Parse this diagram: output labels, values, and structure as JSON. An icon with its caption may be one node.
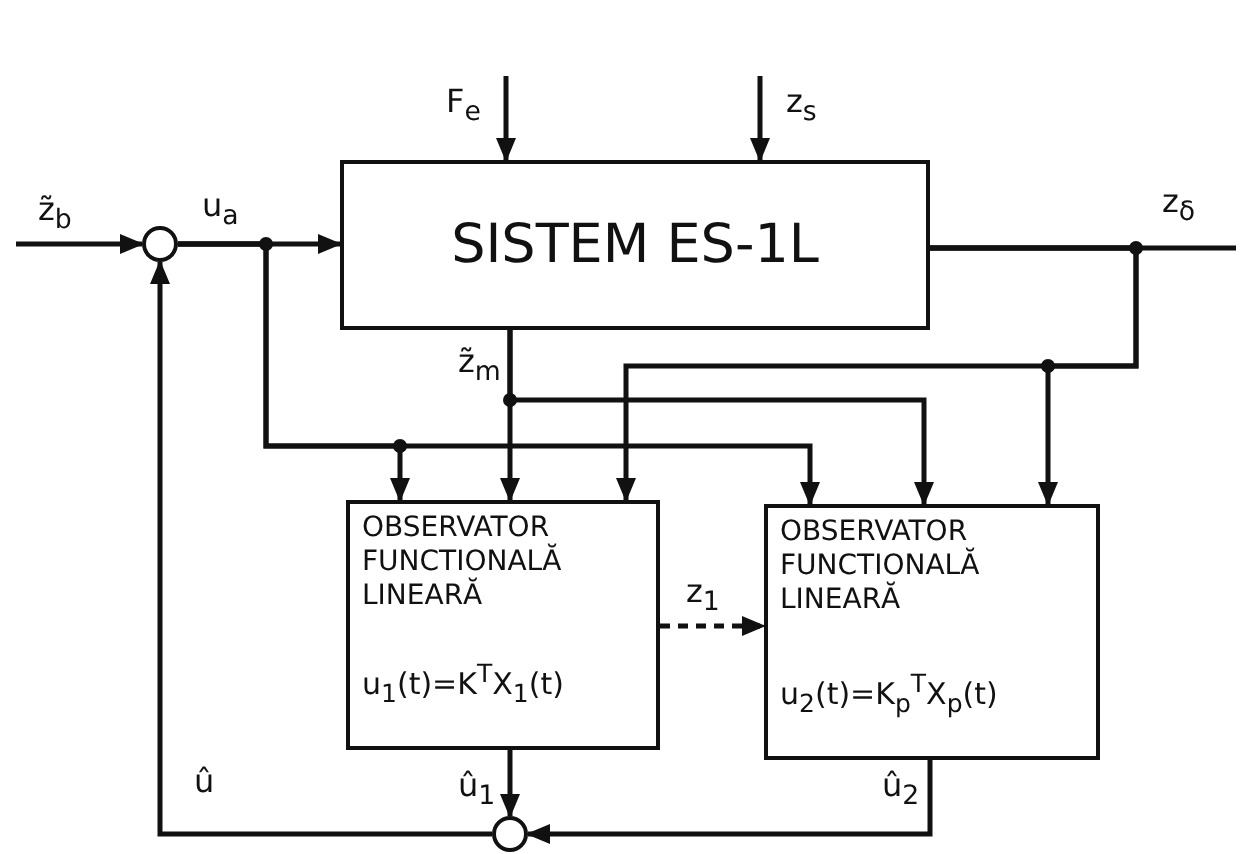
{
  "diagram": {
    "nodes": [
      {
        "text": [
          "SISTEM ES-1L"
        ]
      },
      {
        "text": [
          "OBSERVATOR FUNCTIONALĂ LINEARĂ",
          "u$_{1}$(t)=K$^{T}$X$_{1}$(t)"
        ]
      },
      {
        "text": [
          "OBSERVATOR FUNCTIONALĂ LINEARĂ",
          "u$_{2}$(t)=K$_{p}$$^{T}$X$_{p}$(t)"
        ]
      },
      {
        "text": [],
        "shape": "circle"
      },
      {
        "text": [],
        "shape": "circle"
      }
    ],
    "edges": [
      {
        "from": null,
        "to": 0,
        "arrow": "to",
        "label": "F$_{e}$"
      },
      {
        "from": null,
        "to": 0,
        "arrow": "to",
        "label": "z$_{s}$"
      },
      {
        "from": null,
        "to": 3,
        "arrow": "to",
        "label": "z̃$_{b}$"
      },
      {
        "from": 3,
        "to": 0,
        "arrow": "to",
        "label": "u$_{a}$"
      },
      {
        "from": 0,
        "to": null,
        "arrow": "none",
        "label": "z$_{δ}$"
      },
      {
        "from": 0,
        "to": 1,
        "arrow": "to",
        "label": "z̃$_{m}$"
      },
      {
        "from": 0,
        "to": 2,
        "arrow": "to"
      },
      {
        "from": 3,
        "to": 1,
        "arrow": "to"
      },
      {
        "from": 3,
        "to": 2,
        "arrow": "to"
      },
      {
        "from": 0,
        "to": 1,
        "arrow": "to"
      },
      {
        "from": 0,
        "to": 2,
        "arrow": "to"
      },
      {
        "from": 1,
        "to": 2,
        "arrow": "to",
        "label": "z$_{1}$",
        "style": "dashed"
      },
      {
        "from": 1,
        "to": 4,
        "arrow": "to",
        "label": "û$_{1}$"
      },
      {
        "from": 2,
        "to": 4,
        "arrow": "to",
        "label": "û$_{2}$"
      },
      {
        "from": 4,
        "to": 3,
        "arrow": "to",
        "label": "û"
      }
    ]
  }
}
